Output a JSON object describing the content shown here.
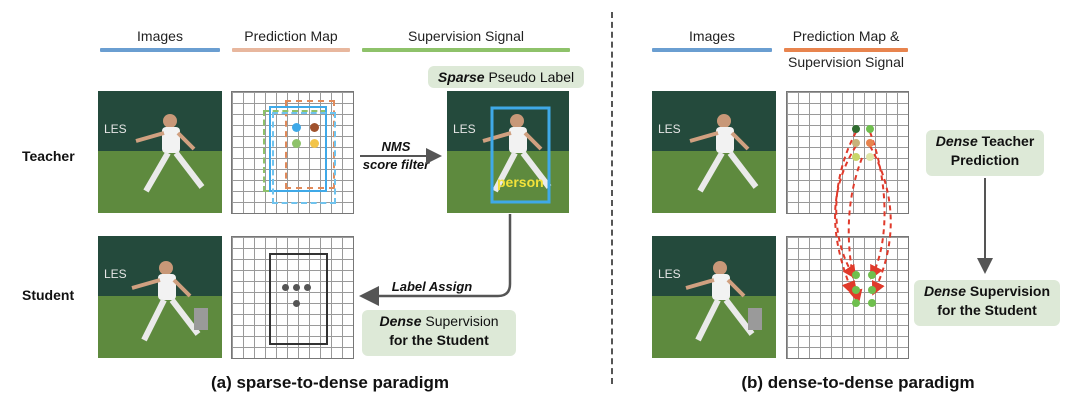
{
  "left": {
    "headers": {
      "images": "Images",
      "prediction_map": "Prediction Map",
      "supervision_signal": "Supervision Signal"
    },
    "sparse_label": {
      "emph": "Sparse",
      "rest": " Pseudo Label"
    },
    "arrow_text": {
      "line1": "NMS",
      "line2": "score filter"
    },
    "label_assign": "Label Assign",
    "dense_supervision": {
      "emph": "Dense",
      "rest": " Supervision",
      "line2": "for the Student"
    },
    "person_label": "person",
    "caption": "(a) sparse-to-dense paradigm"
  },
  "row_labels": {
    "teacher": "Teacher",
    "student": "Student"
  },
  "right": {
    "headers": {
      "images": "Images",
      "prediction_line1": "Prediction Map &",
      "prediction_line2": "Supervision Signal"
    },
    "dense_teacher": {
      "emph": "Dense",
      "rest": " Teacher",
      "line2": "Prediction"
    },
    "dense_supervision": {
      "emph": "Dense",
      "rest": " Supervision",
      "line2": "for the Student"
    },
    "caption": "(b) dense-to-dense paradigm"
  },
  "colors": {
    "images_bar": "#6a9ed1",
    "prediction_bar": "#e8b79e",
    "supervision_bar": "#8ec26a",
    "prediction_right_bar": "#e8844e",
    "pill_bg": "#dde9d7",
    "bbox_blue": "#3fa9e8",
    "dashed_red": "#e03a2b"
  },
  "images_alt": "tennis-player-photo"
}
